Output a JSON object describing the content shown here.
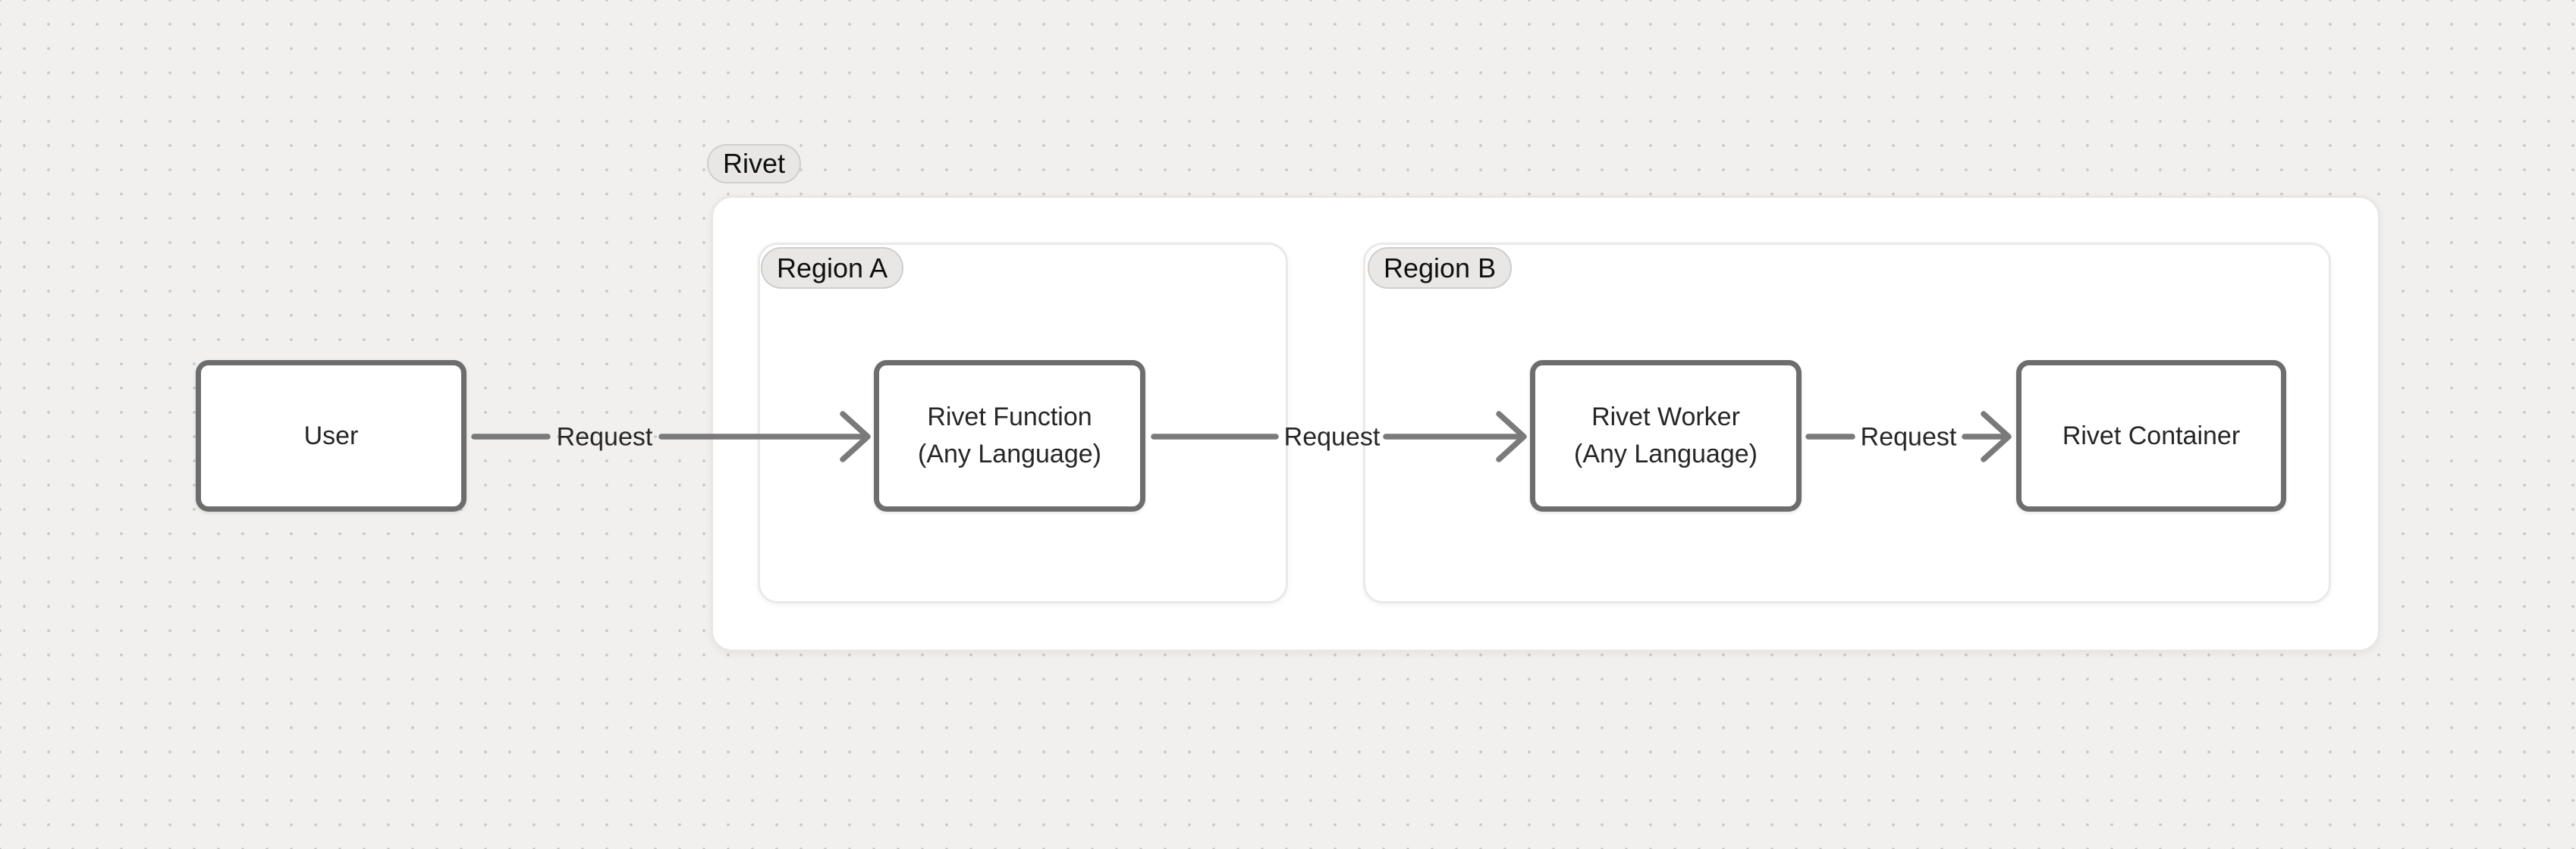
{
  "colors": {
    "background": "#f1f0ee",
    "grid_dot": "#c7c6c5",
    "node_border": "#6d6d6d",
    "arrow": "#7a7a7a",
    "pill_background": "#e8e7e5",
    "text": "#262626"
  },
  "groups": {
    "rivet": {
      "label": "Rivet"
    },
    "region_a": {
      "label": "Region A"
    },
    "region_b": {
      "label": "Region B"
    }
  },
  "nodes": {
    "user": {
      "label": "User"
    },
    "function": {
      "line1": "Rivet Function",
      "line2": "(Any Language)"
    },
    "worker": {
      "line1": "Rivet Worker",
      "line2": "(Any Language)"
    },
    "container": {
      "label": "Rivet Container"
    }
  },
  "edges": {
    "user_to_function": {
      "label": "Request"
    },
    "function_to_worker": {
      "label": "Request"
    },
    "worker_to_container": {
      "label": "Request"
    }
  }
}
